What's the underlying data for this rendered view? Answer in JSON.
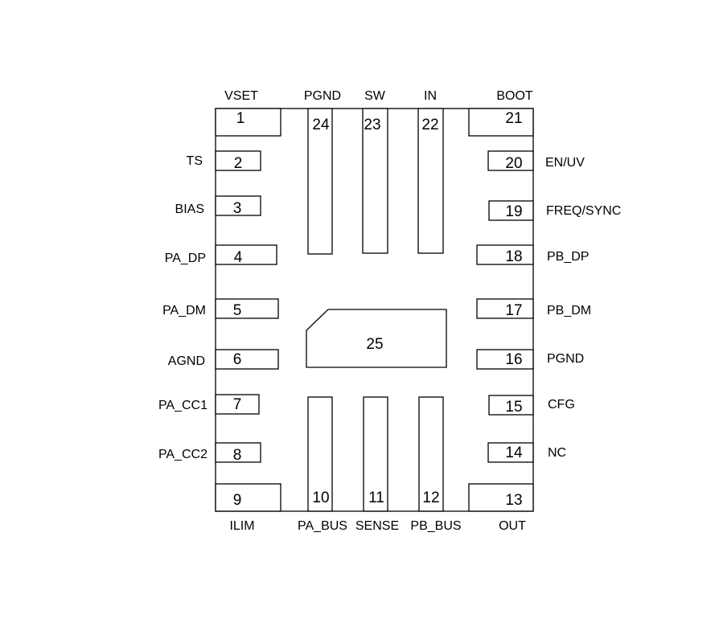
{
  "pins": [
    {
      "number": "1",
      "name": "VSET"
    },
    {
      "number": "2",
      "name": "TS"
    },
    {
      "number": "3",
      "name": "BIAS"
    },
    {
      "number": "4",
      "name": "PA_DP"
    },
    {
      "number": "5",
      "name": "PA_DM"
    },
    {
      "number": "6",
      "name": "AGND"
    },
    {
      "number": "7",
      "name": "PA_CC1"
    },
    {
      "number": "8",
      "name": "PA_CC2"
    },
    {
      "number": "9",
      "name": "ILIM"
    },
    {
      "number": "10",
      "name": "PA_BUS"
    },
    {
      "number": "11",
      "name": "SENSE"
    },
    {
      "number": "12",
      "name": "PB_BUS"
    },
    {
      "number": "13",
      "name": "OUT"
    },
    {
      "number": "14",
      "name": "NC"
    },
    {
      "number": "15",
      "name": "CFG"
    },
    {
      "number": "16",
      "name": "PGND"
    },
    {
      "number": "17",
      "name": "PB_DM"
    },
    {
      "number": "18",
      "name": "PB_DP"
    },
    {
      "number": "19",
      "name": "FREQ/SYNC"
    },
    {
      "number": "20",
      "name": "EN/UV"
    },
    {
      "number": "21",
      "name": "BOOT"
    },
    {
      "number": "22",
      "name": "IN"
    },
    {
      "number": "23",
      "name": "SW"
    },
    {
      "number": "24",
      "name": "PGND"
    }
  ],
  "thermal_pad": {
    "number": "25"
  }
}
